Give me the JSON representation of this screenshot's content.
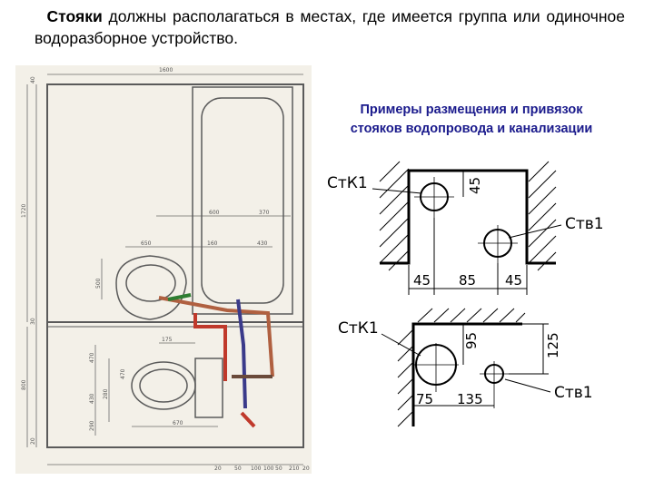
{
  "intro": {
    "bold": "Стояки",
    "rest": " должны располагаться в местах, где имеется группа или одиночное водоразборное устройство."
  },
  "caption": {
    "line1": "Примеры размещения и привязок",
    "line2": "стояков водопровода и канализации"
  },
  "plan": {
    "dims": {
      "top_width": "1600",
      "left_upper": "1720",
      "left_lower": "800",
      "left_small_1": "40",
      "left_small_2": "30",
      "left_small_3": "20",
      "dim_600": "600",
      "dim_370": "370",
      "dim_650": "650",
      "dim_160": "160",
      "dim_430": "430",
      "dim_500": "500",
      "dim_175": "175",
      "dim_470": "470",
      "dim_280": "280",
      "dim_430b": "430",
      "dim_290": "290",
      "dim_470b": "470",
      "dim_670": "670",
      "bottom_1": "20",
      "bottom_2": "50",
      "bottom_3": "100",
      "bottom_4": "100",
      "bottom_5": "50",
      "bottom_6": "210",
      "bottom_7": "20"
    }
  },
  "scheme1": {
    "label_k": "СтК1",
    "label_v": "Ств1",
    "dim_top": "45",
    "dim_bottom": [
      "45",
      "85",
      "45"
    ]
  },
  "scheme2": {
    "label_k": "СтК1",
    "label_v": "Ств1",
    "dim_95": "95",
    "dim_125": "125",
    "dim_bottom": [
      "75",
      "135"
    ]
  }
}
